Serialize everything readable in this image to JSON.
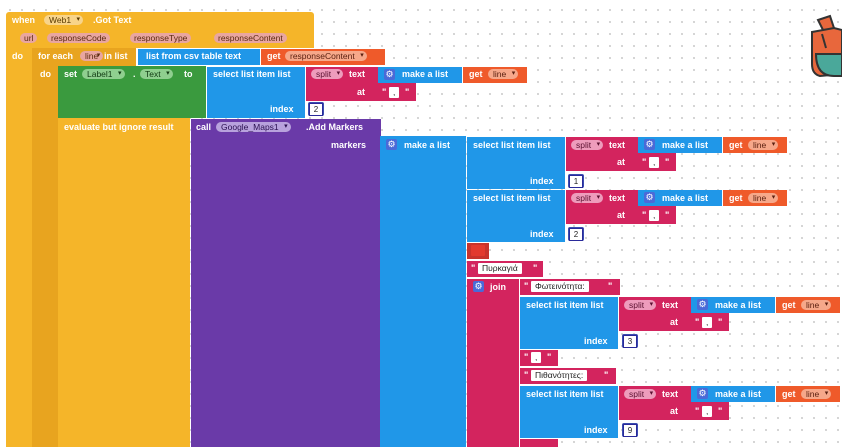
{
  "event": {
    "when": "when",
    "component": "Web1",
    "event_name": ".Got Text",
    "params": [
      "url",
      "responseCode",
      "responseType",
      "responseContent"
    ],
    "do": "do"
  },
  "loop": {
    "label": "for each",
    "var": "line",
    "in_list": "in list",
    "list_from_csv": "list from csv table text",
    "get": "get",
    "get_var": "responseContent",
    "do": "do"
  },
  "setter": {
    "set": "set",
    "component": "Label1",
    "dot": ".",
    "prop": "Text",
    "to": "to"
  },
  "common": {
    "select_list_item": "select list item  list",
    "split": "split",
    "text": "text",
    "make_a_list": "make a list",
    "get": "get",
    "line": "line",
    "at": "at",
    "index": "index",
    "comma": ",",
    "join": "join",
    "gear": "⚙"
  },
  "index_values": [
    "2",
    "1",
    "2",
    "3",
    "9"
  ],
  "evaluate": {
    "label": "evaluate but ignore result",
    "call": "call",
    "component": "Google_Maps1",
    "method": ".Add Markers",
    "markers": "markers"
  },
  "strings": {
    "fire": "Πυρκαγιά",
    "brightness": "Φωτεινότητα:",
    "probability": "Πιθανότητες:"
  },
  "colors": {
    "control": "#f5b529",
    "text": "#d3245e",
    "list": "#2097e8",
    "component_call": "#6a3aa8",
    "setter": "#3a9a3e",
    "variable": "#ef5a2a"
  }
}
